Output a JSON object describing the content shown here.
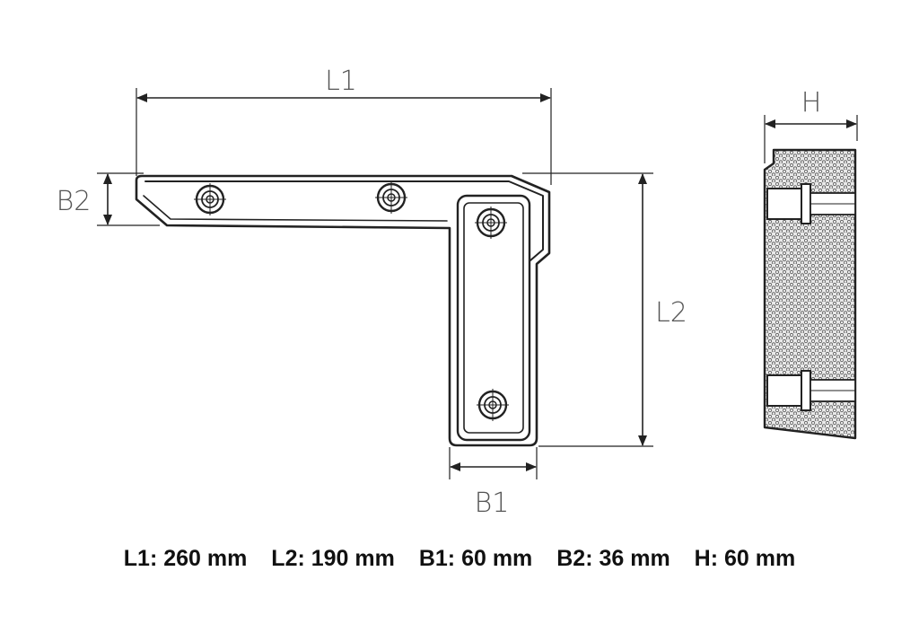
{
  "dimension_labels": {
    "l1": "L1",
    "l2": "L2",
    "b1": "B1",
    "b2": "B2",
    "h": "H"
  },
  "specs": [
    {
      "label": "L1:",
      "value": "260 mm"
    },
    {
      "label": "L2:",
      "value": "190 mm"
    },
    {
      "label": "B1:",
      "value": "60 mm"
    },
    {
      "label": "B2:",
      "value": "36 mm"
    },
    {
      "label": "H:",
      "value": "60 mm"
    }
  ],
  "colors": {
    "line": "#222222",
    "dimension_text": "#555555",
    "foam_fill": "#e9e9e9"
  }
}
